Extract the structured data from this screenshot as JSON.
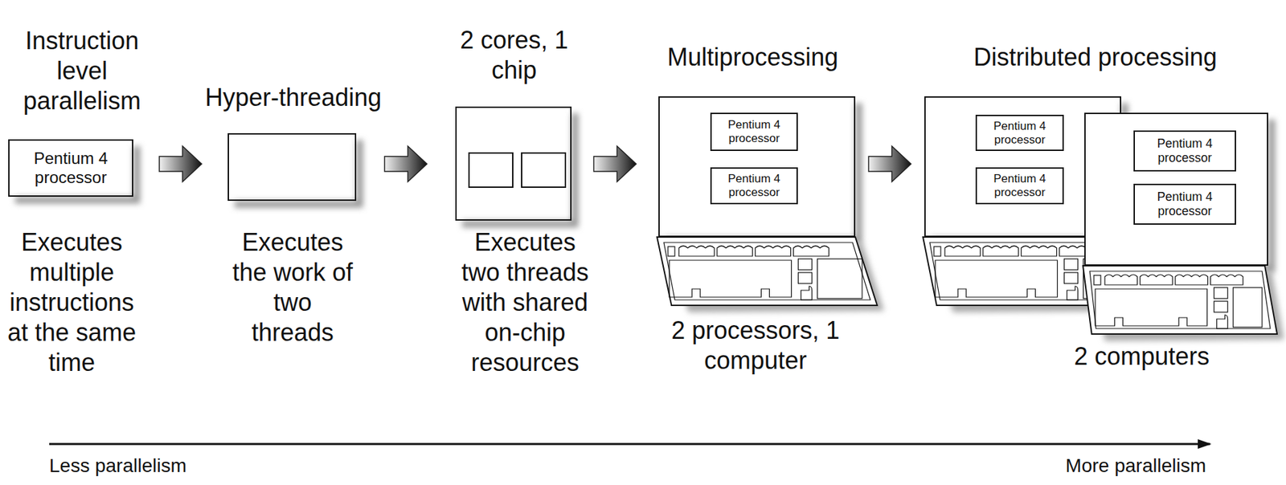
{
  "diagram": {
    "nodes": [
      {
        "text": [
          "Instruction level parallelism",
          "Pentium 4 processor",
          "Executes multiple instructions at the same time"
        ]
      },
      {
        "text": [
          "Hyper-threading",
          "Executes the work of two threads"
        ]
      },
      {
        "text": [
          "2 cores, 1 chip",
          "Executes two threads with shared on-chip resources"
        ]
      },
      {
        "text": [
          "Multiprocessing",
          "2 processors, 1 computer"
        ]
      },
      {
        "text": [
          "Pentium 4 processor"
        ],
        "in": 3
      },
      {
        "text": [
          "Pentium 4 processor"
        ],
        "in": 3
      },
      {
        "text": [
          "Distributed processing"
        ]
      },
      {
        "text": [
          "Pentium 4 processor"
        ],
        "in": 6
      },
      {
        "text": [
          "Pentium 4 processor"
        ],
        "in": 6
      },
      {
        "text": [
          "2 computers"
        ]
      },
      {
        "text": [
          "Pentium 4 processor"
        ],
        "in": 9
      },
      {
        "text": [
          "Pentium 4 processor"
        ],
        "in": 9
      }
    ],
    "edges": [
      {
        "from": 0,
        "to": 1,
        "arrow": "to"
      },
      {
        "from": 1,
        "to": 2,
        "arrow": "to"
      },
      {
        "from": 2,
        "to": 3,
        "arrow": "to"
      },
      {
        "from": 3,
        "to": 6,
        "arrow": "to"
      }
    ],
    "labels": [
      "Less parallelism",
      "More parallelism"
    ]
  }
}
